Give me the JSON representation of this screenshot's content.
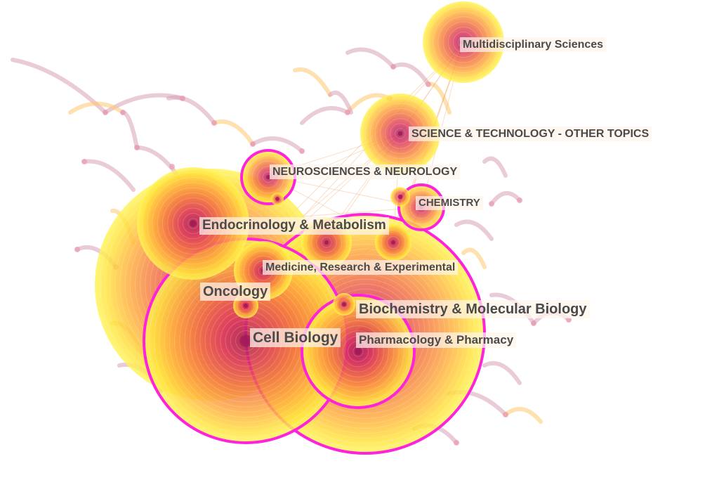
{
  "network": {
    "colors": {
      "ring_outer": "#ffee33",
      "ring_mid": "#ff9a3a",
      "ring_inner": "#e0405a",
      "core": "#a01858",
      "highlight_ring": "#ff22dd",
      "link_old": "#d9a0b8",
      "link_new": "#ffc870"
    },
    "nodes": [
      {
        "id": "cell-biology",
        "label": "Cell Biology",
        "highlighted": true
      },
      {
        "id": "biochemistry",
        "label": "Biochemistry & Molecular Biology",
        "highlighted": true
      },
      {
        "id": "oncology",
        "label": "Oncology",
        "highlighted": false
      },
      {
        "id": "endocrinology",
        "label": "Endocrinology & Metabolism",
        "highlighted": false
      },
      {
        "id": "pharmacology",
        "label": "Pharmacology & Pharmacy",
        "highlighted": true
      },
      {
        "id": "medicine-research",
        "label": "Medicine, Research & Experimental",
        "highlighted": false
      },
      {
        "id": "neurosciences",
        "label": "NEUROSCIENCES & NEUROLOGY",
        "highlighted": true
      },
      {
        "id": "chemistry",
        "label": "CHEMISTRY",
        "highlighted": true
      },
      {
        "id": "science-technology",
        "label": "SCIENCE & TECHNOLOGY - OTHER TOPICS",
        "highlighted": false
      },
      {
        "id": "multidisciplinary",
        "label": "Multidisciplinary Sciences",
        "highlighted": false
      }
    ]
  }
}
